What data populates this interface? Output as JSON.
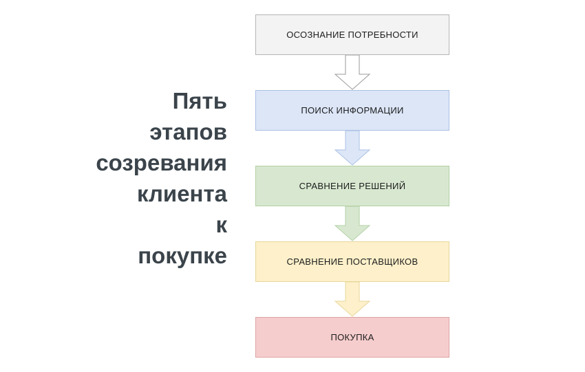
{
  "title": {
    "full_text": "Пять этапов созревания клиента к покупке",
    "lines": [
      "Пять",
      "этапов",
      "созревания",
      "клиента",
      "к",
      "покупке"
    ],
    "color": "#3b444b",
    "align": "right"
  },
  "flow": {
    "orientation": "vertical-top-to-bottom",
    "stages": [
      {
        "index": 1,
        "label": "ОСОЗНАНИЕ ПОТРЕБНОСТИ",
        "fill": "#f3f3f3",
        "border": "#b4b4b4",
        "text_color": "#1c1c1c"
      },
      {
        "index": 2,
        "label": "ПОИСК ИНФОРМАЦИИ",
        "fill": "#dce6f7",
        "border": "#a9c0e4",
        "text_color": "#1c1c1c"
      },
      {
        "index": 3,
        "label": "СРАВНЕНИЕ РЕШЕНИЙ",
        "fill": "#d8e8d0",
        "border": "#b2d0a4",
        "text_color": "#1c1c1c"
      },
      {
        "index": 4,
        "label": "СРАВНЕНИЕ ПОСТАВЩИКОВ",
        "fill": "#fdf0ca",
        "border": "#e8d79a",
        "text_color": "#1c1c1c"
      },
      {
        "index": 5,
        "label": "ПОКУПКА",
        "fill": "#f6cdcd",
        "border": "#dda3a3",
        "text_color": "#1c1c1c"
      }
    ],
    "connectors": [
      {
        "index": 1,
        "from": "ОСОЗНАНИЕ ПОТРЕБНОСТИ",
        "to": "ПОИСК ИНФОРМАЦИИ",
        "fill": "#ffffff",
        "border": "#9a9a9a"
      },
      {
        "index": 2,
        "from": "ПОИСК ИНФОРМАЦИИ",
        "to": "СРАВНЕНИЕ РЕШЕНИЙ",
        "fill": "#dce6f7",
        "border": "#a9c0e4"
      },
      {
        "index": 3,
        "from": "СРАВНЕНИЕ РЕШЕНИЙ",
        "to": "СРАВНЕНИЕ ПОСТАВЩИКОВ",
        "fill": "#d8e8d0",
        "border": "#b2d0a4"
      },
      {
        "index": 4,
        "from": "СРАВНЕНИЕ ПОСТАВЩИКОВ",
        "to": "ПОКУПКА",
        "fill": "#fdf0ca",
        "border": "#e8d79a"
      }
    ]
  }
}
